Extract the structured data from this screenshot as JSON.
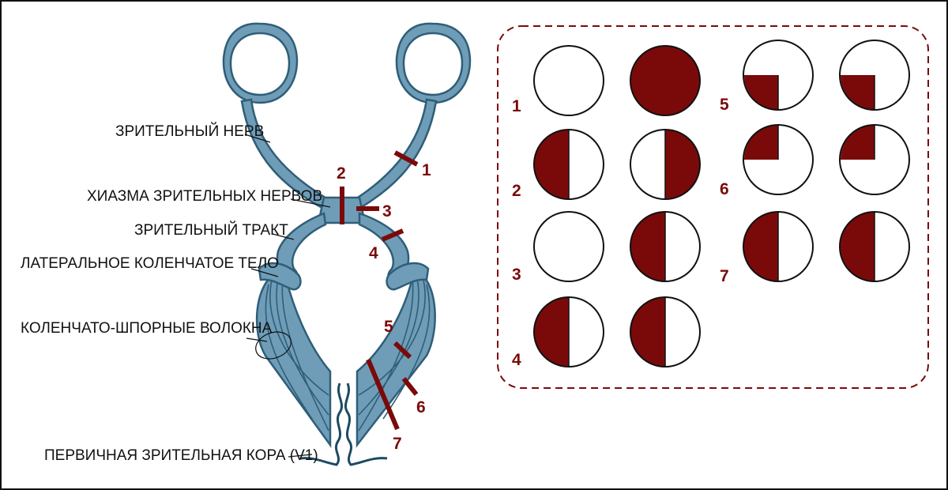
{
  "labels": {
    "optic_nerve": "ЗРИТЕЛЬНЫЙ НЕРВ",
    "chiasm": "ХИАЗМА ЗРИТЕЛЬНЫХ НЕРВОВ",
    "optic_tract": "ЗРИТЕЛЬНЫЙ ТРАКТ",
    "lgn": "ЛАТЕРАЛЬНОЕ КОЛЕНЧАТОЕ ТЕЛО",
    "radiations": "КОЛЕНЧАТО-ШПОРНЫЕ ВОЛОКНА",
    "v1": "ПЕРВИЧНАЯ ЗРИТЕЛЬНАЯ КОРА (V1)"
  },
  "lesion_numbers": [
    "1",
    "2",
    "3",
    "4",
    "5",
    "6",
    "7"
  ],
  "visual_fields": [
    {
      "number": "1",
      "left_eye": "full",
      "right_eye": "blind"
    },
    {
      "number": "2",
      "left_eye": "left-half",
      "right_eye": "right-half"
    },
    {
      "number": "3",
      "left_eye": "full",
      "right_eye": "left-half"
    },
    {
      "number": "4",
      "left_eye": "left-half",
      "right_eye": "left-half"
    },
    {
      "number": "5",
      "left_eye": "lower-left-quadrant",
      "right_eye": "lower-left-quadrant"
    },
    {
      "number": "6",
      "left_eye": "upper-left-quadrant",
      "right_eye": "upper-left-quadrant"
    },
    {
      "number": "7",
      "left_eye": "left-half",
      "right_eye": "left-half"
    }
  ],
  "colors": {
    "pathway_fill": "#6f9db8",
    "pathway_stroke": "#2f5e78",
    "lesion": "#7a0a0a",
    "defect": "#7a0a0a"
  }
}
